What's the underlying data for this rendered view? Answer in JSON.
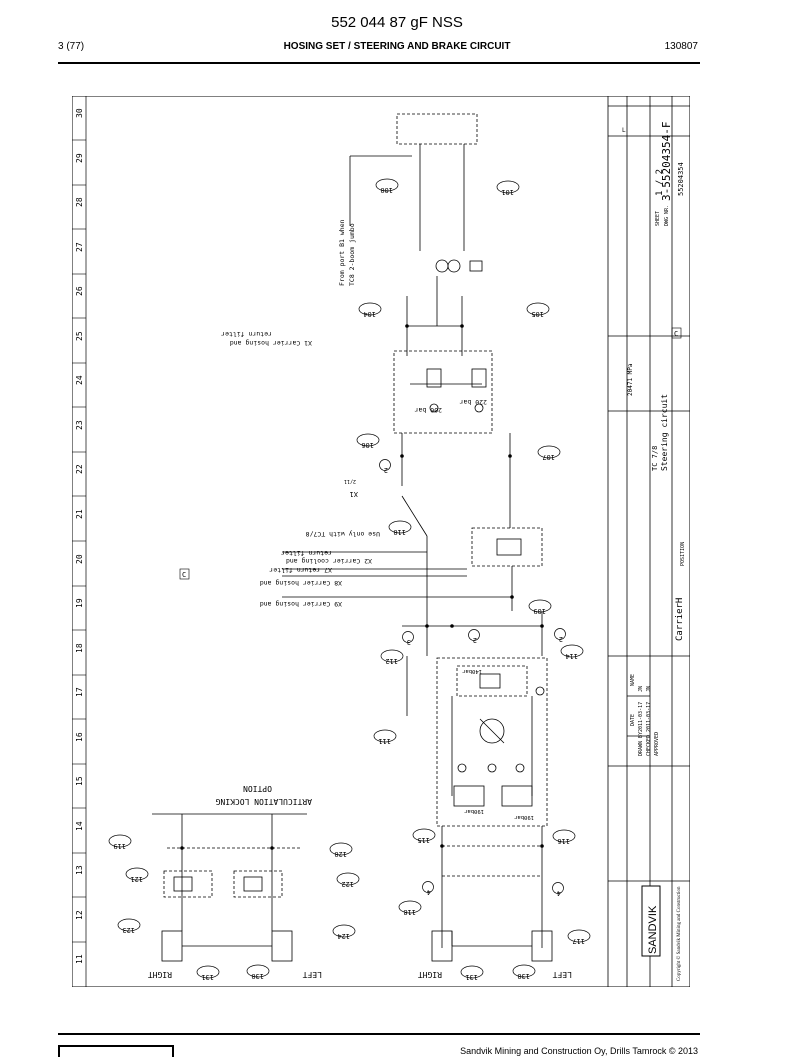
{
  "page": {
    "title": "552 044 87 gF NSS",
    "page_ref": "3 (77)",
    "section": "HOSING SET / STEERING AND BRAKE CIRCUIT",
    "date_code": "130807",
    "footer": "Sandvik Mining and Construction Oy, Drills Tamrock © 2013"
  },
  "drawing": {
    "grid_numbers": [
      "30",
      "29",
      "28",
      "27",
      "26",
      "25",
      "24",
      "23",
      "22",
      "21",
      "20",
      "19",
      "18",
      "17",
      "16",
      "15",
      "14",
      "13",
      "12",
      "11"
    ],
    "title_line1": "TC 7/8",
    "title_line2": "Steering circuit",
    "sheet_label": "SHEET",
    "sheet_value": "1 / 2",
    "dwg_label": "DWG NR.",
    "dwg_number": "3-55204354-F",
    "rev_number": "55204354",
    "pressure": "20471 MPa",
    "position_label": "POSITION",
    "position_value": "CarrierH",
    "brand": "SANDVIK",
    "copyright": "Copyright © Sandvik Mining and Construction",
    "name_label": "NAME",
    "date_label": "DATE",
    "drawn_label": "DRAWN BY",
    "checked_label": "CHECKED",
    "approved_label": "APPROVED",
    "drawn_date": "2011-03-17",
    "checked_date": "2011-03-17",
    "drawn_name": "JN",
    "checked_name": "JN",
    "zone_c": "C",
    "rev_c": "C",
    "rev_l": "L",
    "notes": {
      "from_port": "From port B1 when",
      "from_port2": "TC8 2-boom jumbo",
      "x1_filter": "X1 Carrier hosing and",
      "x1_filter2": "return filter",
      "tc78_only": "Use only with TC7/8",
      "x2_filter": "X2 Carrier cooling and",
      "x2_filter2": "return filter",
      "x7_filter": "X7 return filter",
      "x8_carrier": "X8 Carrier hosing and",
      "x9_carrier": "X9 Carrier hosing and",
      "articulation": "ARTICULATION LOCKING",
      "option": "OPTION",
      "bar200": "200 bar",
      "bar220": "220 bar",
      "bar140": "140bar",
      "bar190": "190bar",
      "bar190b": "190bar",
      "x1_port": "X1",
      "x1_sub": "2/11"
    },
    "side_labels": {
      "right1": "RIGHT",
      "left1": "LEFT",
      "right2": "RIGHT",
      "left2": "LEFT"
    },
    "callouts": [
      "100",
      "101",
      "104",
      "105",
      "106",
      "107",
      "110",
      "109",
      "112",
      "114",
      "111",
      "115",
      "116",
      "117",
      "118",
      "119",
      "120",
      "121",
      "122",
      "123",
      "124",
      "130",
      "131",
      "130",
      "131",
      "2",
      "2",
      "3",
      "2",
      "4",
      "4"
    ]
  }
}
